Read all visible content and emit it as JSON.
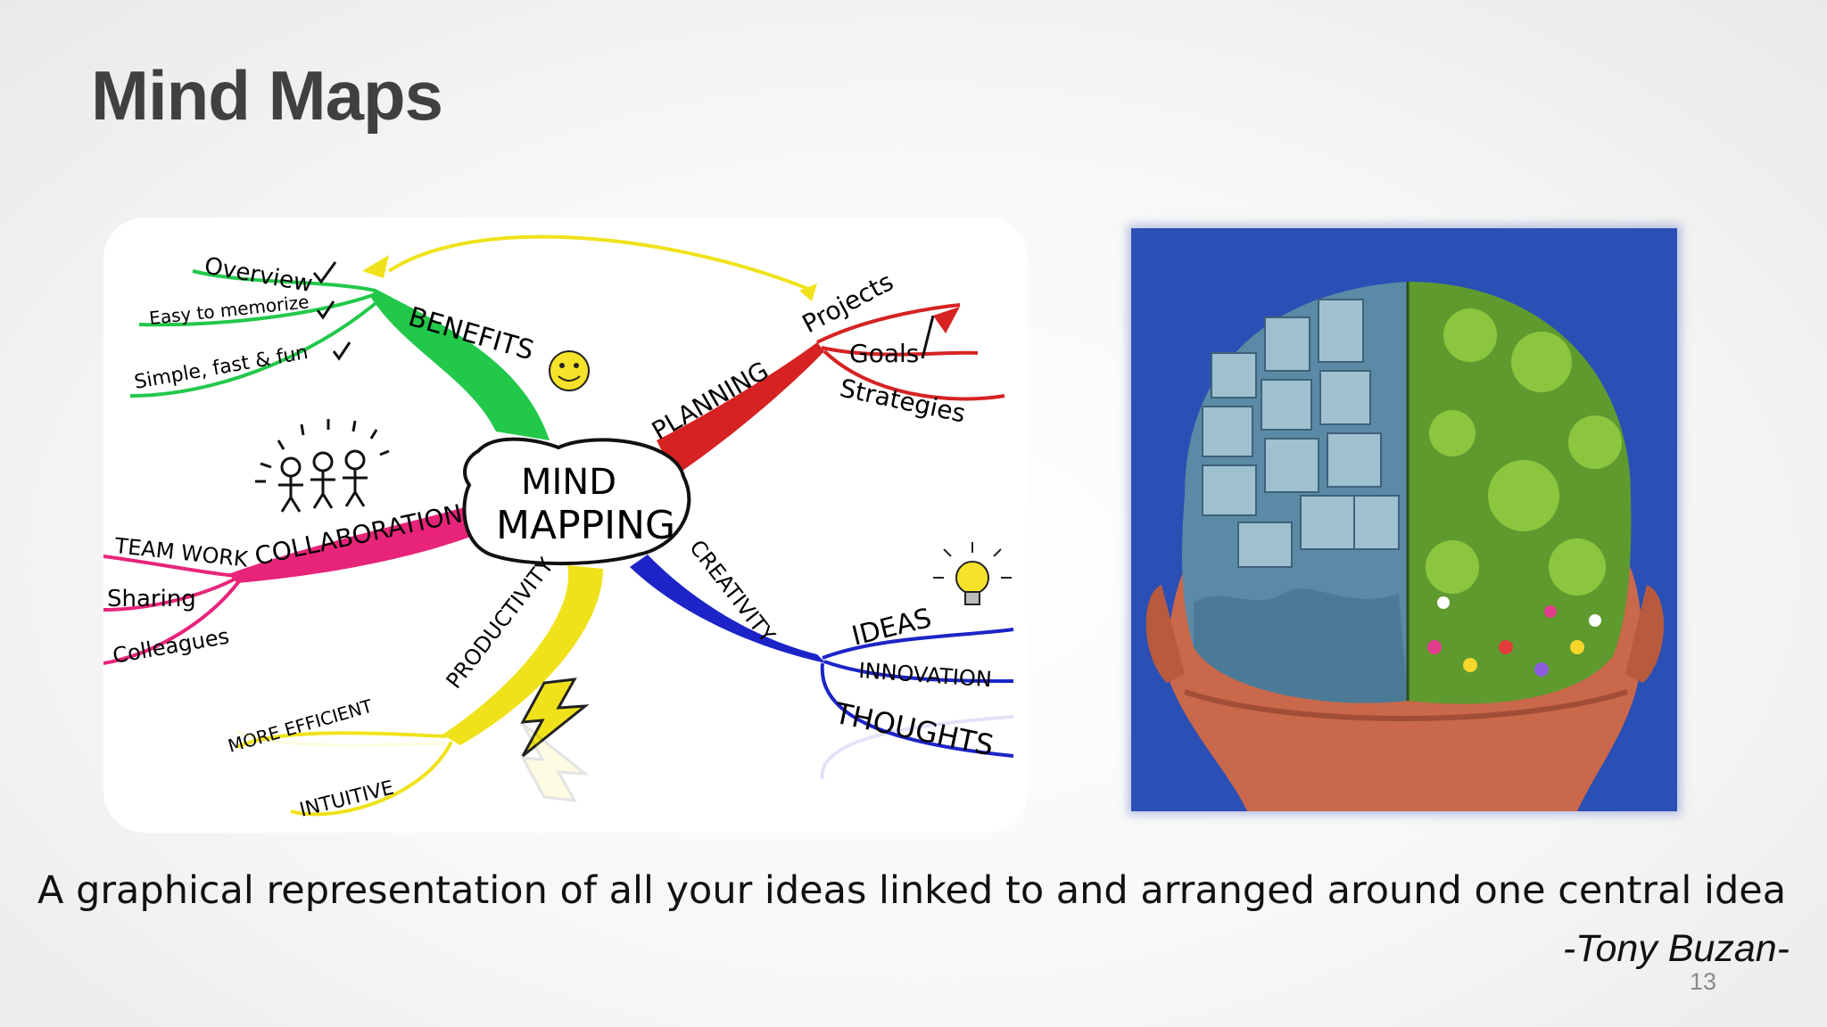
{
  "slide": {
    "title": "Mind Maps",
    "caption": "A graphical representation of all your ideas linked to and arranged around one central idea",
    "attribution": "-Tony Buzan-",
    "page_number": "13"
  },
  "mindmap": {
    "center_line1": "MIND",
    "center_line2": "MAPPING",
    "branches": {
      "benefits": {
        "label": "BENEFITS",
        "color": "#22c84a",
        "items": [
          "Overview",
          "Easy to memorize",
          "Simple, fast & fun"
        ]
      },
      "planning": {
        "label": "PLANNING",
        "color": "#d62222",
        "items": [
          "Projects",
          "Goals",
          "Strategies"
        ]
      },
      "collaboration": {
        "label": "COLLABORATION",
        "color": "#e8247a",
        "items": [
          "TEAM WORK",
          "Sharing",
          "Colleagues"
        ]
      },
      "creativity": {
        "label": "CREATIVITY",
        "color": "#1c24c8",
        "items": [
          "IDEAS",
          "INNOVATION",
          "THOUGHTS"
        ]
      },
      "productivity": {
        "label": "PRODUCTIVITY",
        "color": "#f0e21a",
        "items": [
          "MORE EFFICIENT",
          "INTUITIVE"
        ]
      }
    },
    "icons": [
      "smiley-icon",
      "flag-icon",
      "stick-figures-icon",
      "lightbulb-icon",
      "lightning-icon",
      "check-icon"
    ]
  },
  "colors": {
    "title": "#404040",
    "caption": "#111111",
    "page_number": "#8a8a8a",
    "brain_bg": "#2a4fb5"
  }
}
